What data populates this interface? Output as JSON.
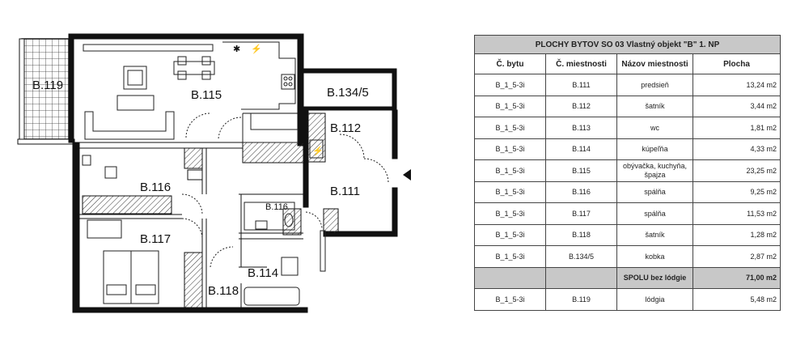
{
  "plan": {
    "rooms": [
      {
        "id": "B.119",
        "label": "B.119"
      },
      {
        "id": "B.115",
        "label": "B.115"
      },
      {
        "id": "B.134/5",
        "label": "B.134/5"
      },
      {
        "id": "B.112",
        "label": "B.112"
      },
      {
        "id": "B.111",
        "label": "B.111"
      },
      {
        "id": "B.116",
        "label": "B.116"
      },
      {
        "id": "B.116-wc",
        "label": "B.116"
      },
      {
        "id": "B.117",
        "label": "B.117"
      },
      {
        "id": "B.114",
        "label": "B.114"
      },
      {
        "id": "B.118",
        "label": "B.118"
      }
    ]
  },
  "table": {
    "title": "PLOCHY BYTOV SO 03   Vlastný objekt \"B\"   1. NP",
    "headers": [
      "Č. bytu",
      "Č. miestnosti",
      "Názov miestnosti",
      "Plocha"
    ],
    "rows": [
      {
        "byt": "B_1_5-3i",
        "miestnost": "B.111",
        "nazov": "predsieň",
        "plocha": "13,24  m2"
      },
      {
        "byt": "B_1_5-3i",
        "miestnost": "B.112",
        "nazov": "šatník",
        "plocha": "3,44  m2"
      },
      {
        "byt": "B_1_5-3i",
        "miestnost": "B.113",
        "nazov": "wc",
        "plocha": "1,81  m2"
      },
      {
        "byt": "B_1_5-3i",
        "miestnost": "B.114",
        "nazov": "kúpeľňa",
        "plocha": "4,33  m2"
      },
      {
        "byt": "B_1_5-3i",
        "miestnost": "B.115",
        "nazov": "obývačka, kuchyňa, špajza",
        "plocha": "23,25  m2"
      },
      {
        "byt": "B_1_5-3i",
        "miestnost": "B.116",
        "nazov": "spálňa",
        "plocha": "9,25  m2"
      },
      {
        "byt": "B_1_5-3i",
        "miestnost": "B.117",
        "nazov": "spálňa",
        "plocha": "11,53  m2"
      },
      {
        "byt": "B_1_5-3i",
        "miestnost": "B.118",
        "nazov": "šatník",
        "plocha": "1,28  m2"
      },
      {
        "byt": "B_1_5-3i",
        "miestnost": "B.134/5",
        "nazov": "kobka",
        "plocha": "2,87  m2"
      }
    ],
    "total": {
      "label": "SPOLU bez lódgie",
      "plocha": "71,00  m2"
    },
    "loggia": {
      "byt": "B_1_5-3i",
      "miestnost": "B.119",
      "nazov": "lódgia",
      "plocha": "5,48  m2"
    }
  }
}
